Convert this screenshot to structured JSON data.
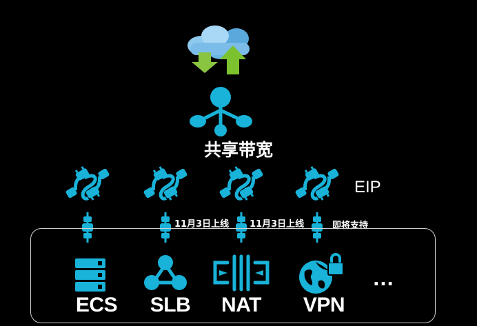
{
  "diagram": {
    "title": "共享带宽",
    "eip_label": "EIP",
    "notes": [
      "11月3日上线",
      "11月3日上线",
      "即将支持"
    ],
    "services": [
      {
        "name": "ECS",
        "icon": "server-icon"
      },
      {
        "name": "SLB",
        "icon": "load-balancer-icon"
      },
      {
        "name": "NAT",
        "icon": "nat-gateway-icon"
      },
      {
        "name": "VPN",
        "icon": "vpn-globe-lock-icon"
      }
    ],
    "more": "…",
    "colors": {
      "accent": "#19b2d8",
      "upload": "#7cc22e",
      "cloud": "#9ad0ee",
      "background": "#000000"
    }
  }
}
